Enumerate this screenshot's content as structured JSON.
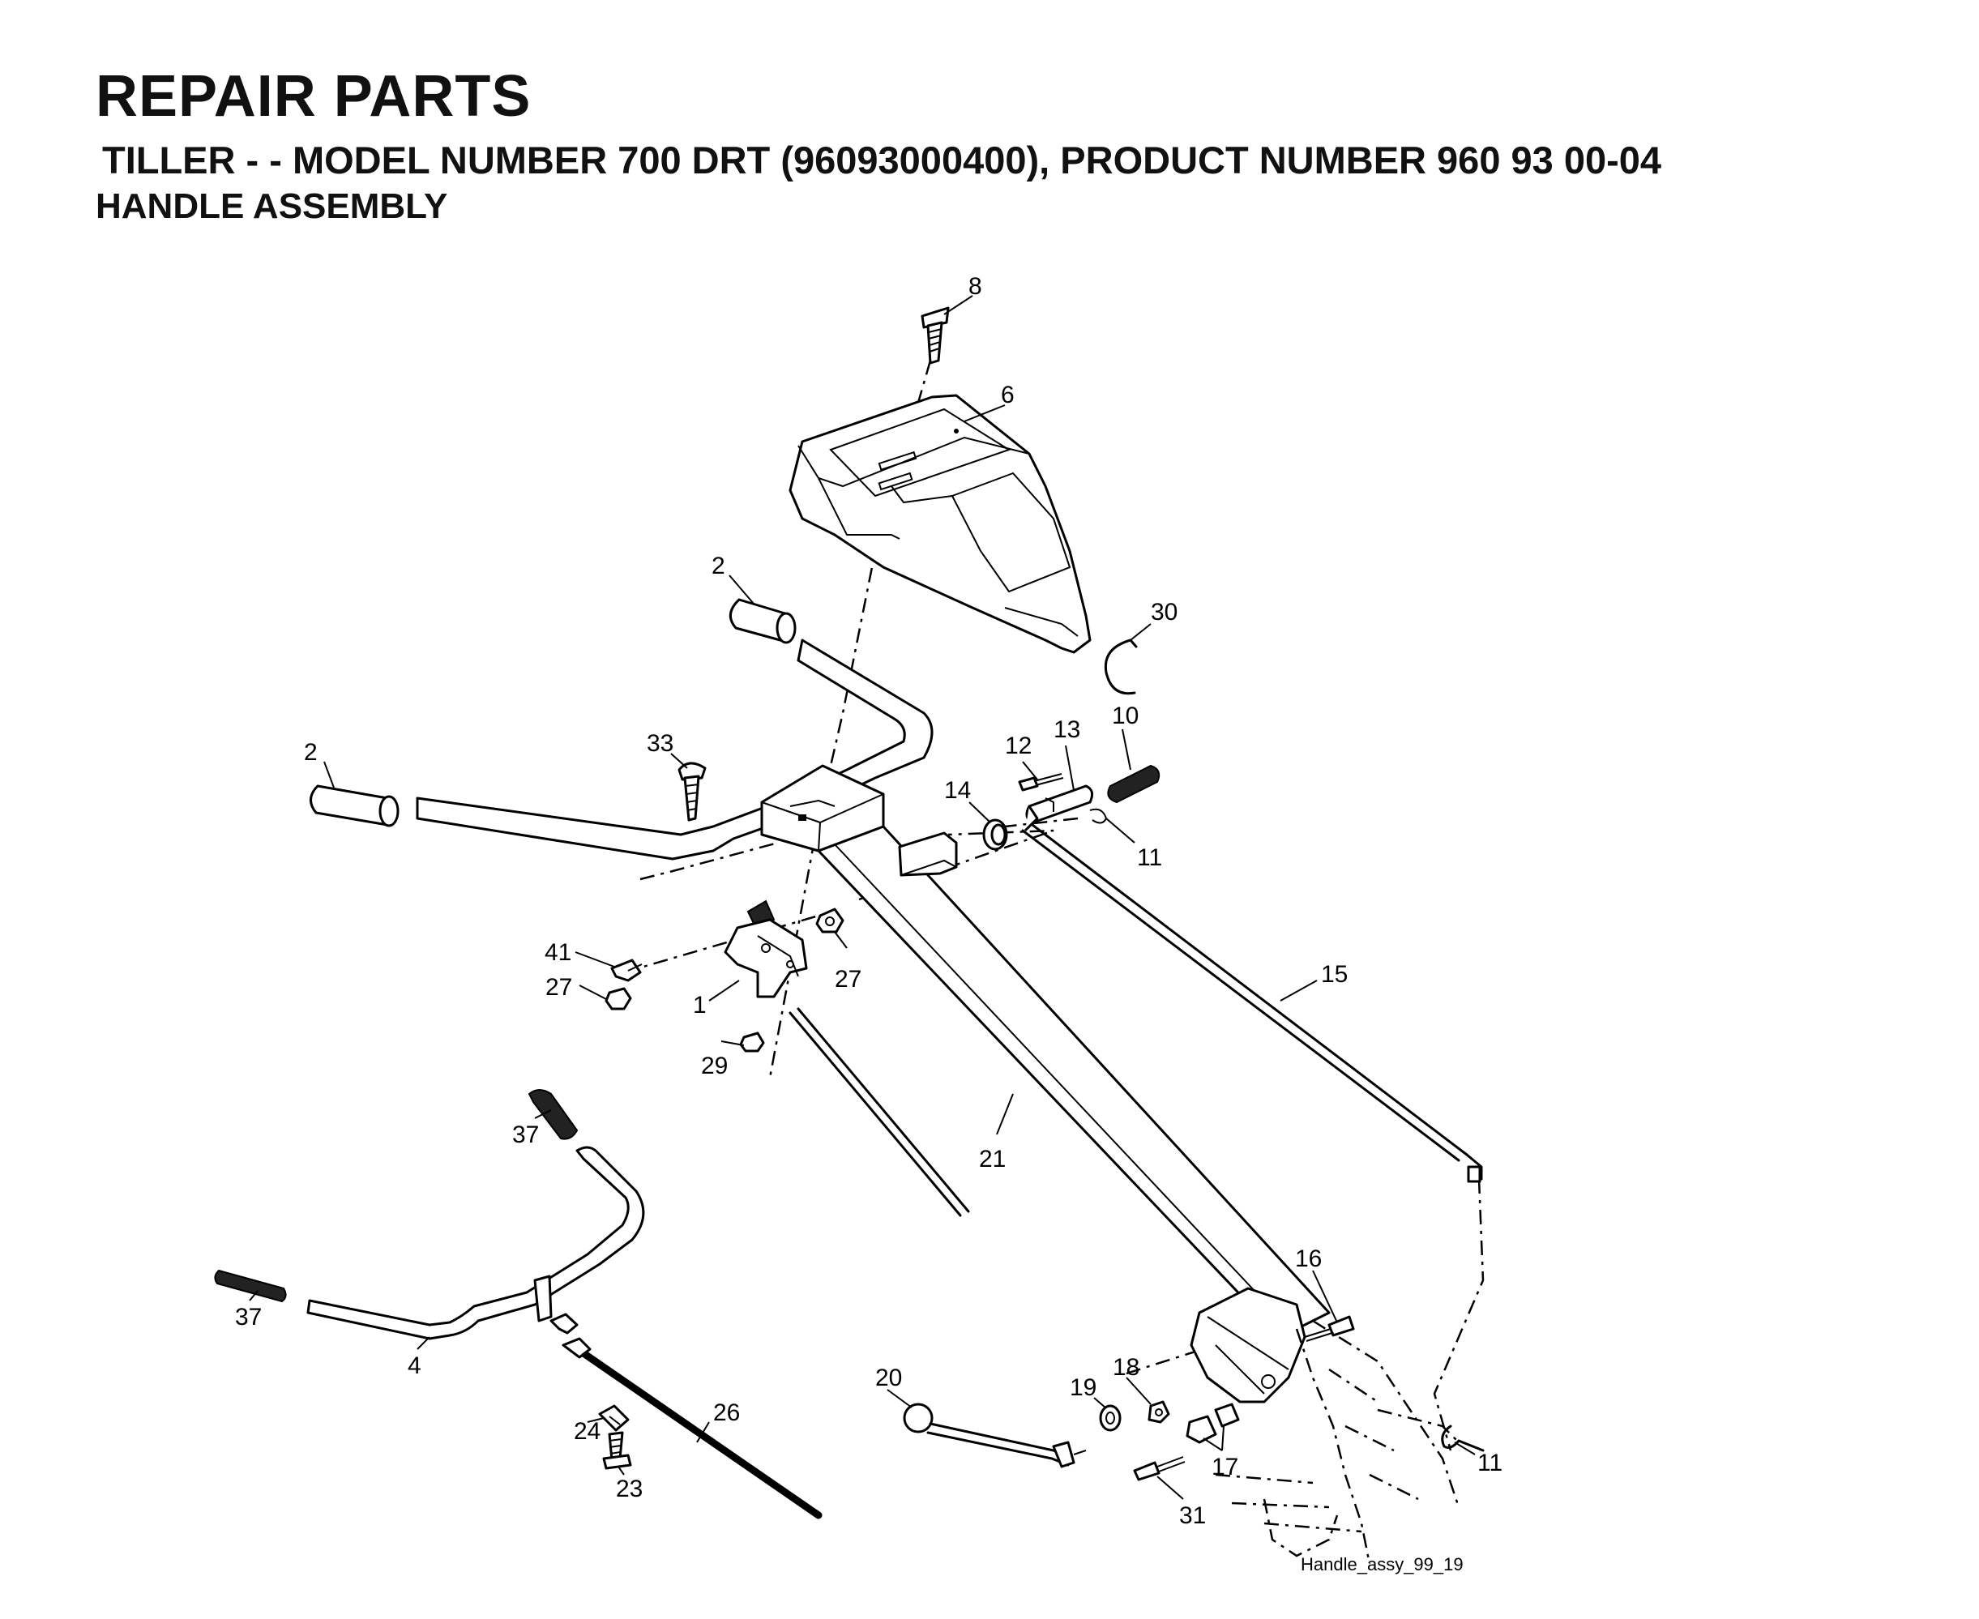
{
  "header": {
    "title": "REPAIR PARTS",
    "subtitle": "TILLER - - MODEL NUMBER 700 DRT (96093000400), PRODUCT NUMBER 960 93 00-04",
    "section": "HANDLE ASSEMBLY"
  },
  "diagram": {
    "caption": "Handle_assy_99_19",
    "callouts": [
      {
        "id": "c8",
        "label": "8"
      },
      {
        "id": "c6",
        "label": "6"
      },
      {
        "id": "c2a",
        "label": "2"
      },
      {
        "id": "c30",
        "label": "30"
      },
      {
        "id": "c2b",
        "label": "2"
      },
      {
        "id": "c33",
        "label": "33"
      },
      {
        "id": "c12",
        "label": "12"
      },
      {
        "id": "c13",
        "label": "13"
      },
      {
        "id": "c10",
        "label": "10"
      },
      {
        "id": "c14",
        "label": "14"
      },
      {
        "id": "c11a",
        "label": "11"
      },
      {
        "id": "c41",
        "label": "41"
      },
      {
        "id": "c27a",
        "label": "27"
      },
      {
        "id": "c27b",
        "label": "27"
      },
      {
        "id": "c1",
        "label": "1"
      },
      {
        "id": "c29",
        "label": "29"
      },
      {
        "id": "c15",
        "label": "15"
      },
      {
        "id": "c37a",
        "label": "37"
      },
      {
        "id": "c21",
        "label": "21"
      },
      {
        "id": "c37b",
        "label": "37"
      },
      {
        "id": "c4",
        "label": "4"
      },
      {
        "id": "c16",
        "label": "16"
      },
      {
        "id": "c20",
        "label": "20"
      },
      {
        "id": "c19",
        "label": "19"
      },
      {
        "id": "c18",
        "label": "18"
      },
      {
        "id": "c26",
        "label": "26"
      },
      {
        "id": "c24",
        "label": "24"
      },
      {
        "id": "c23",
        "label": "23"
      },
      {
        "id": "c17",
        "label": "17"
      },
      {
        "id": "c11b",
        "label": "11"
      },
      {
        "id": "c31",
        "label": "31"
      }
    ]
  }
}
